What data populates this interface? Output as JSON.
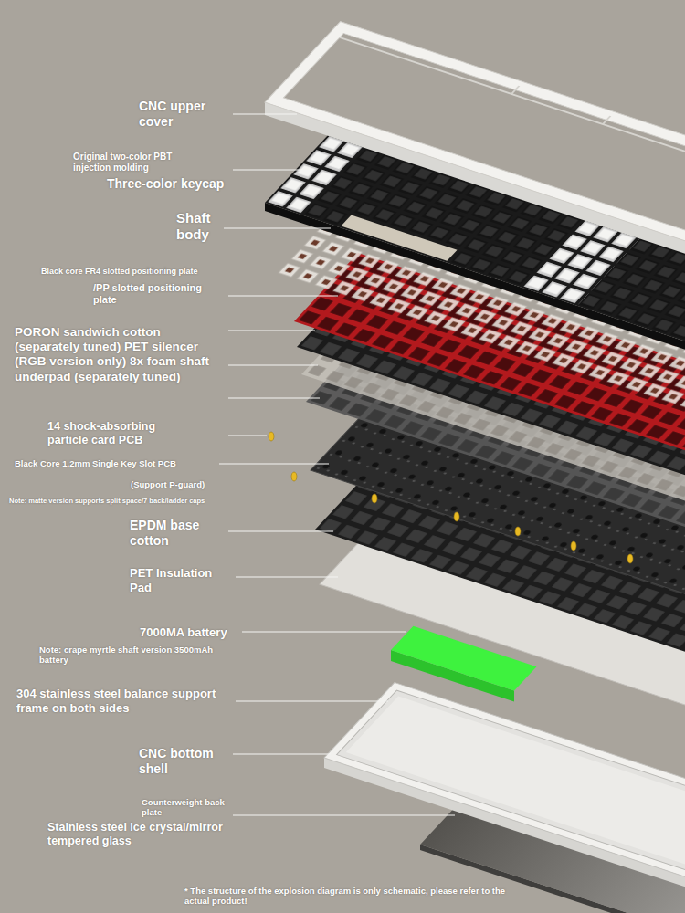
{
  "diagram": {
    "labels": [
      "CNC upper cover",
      "Original two-color PBT injection molding",
      "Three-color keycap",
      "Shaft body",
      "Black core FR4 slotted positioning plate",
      "/PP slotted positioning plate",
      "PORON sandwich cotton (separately tuned) PET silencer (RGB version only) 8x foam shaft underpad (separately tuned)",
      "14 shock-absorbing particle card PCB",
      "Black Core 1.2mm Single Key Slot PCB",
      "(Support P-guard)",
      "Note: matte version supports split space/7 back/ladder caps",
      "EPDM base cotton",
      "PET Insulation Pad",
      "7000MA battery",
      "Note: crape myrtle shaft version 3500mAh battery",
      "304 stainless steel balance support frame on both sides",
      "CNC bottom shell",
      "Counterweight back plate",
      "Stainless steel ice crystal/mirror tempered glass",
      "* The structure of the explosion diagram is only schematic, please refer to the actual product!"
    ]
  }
}
